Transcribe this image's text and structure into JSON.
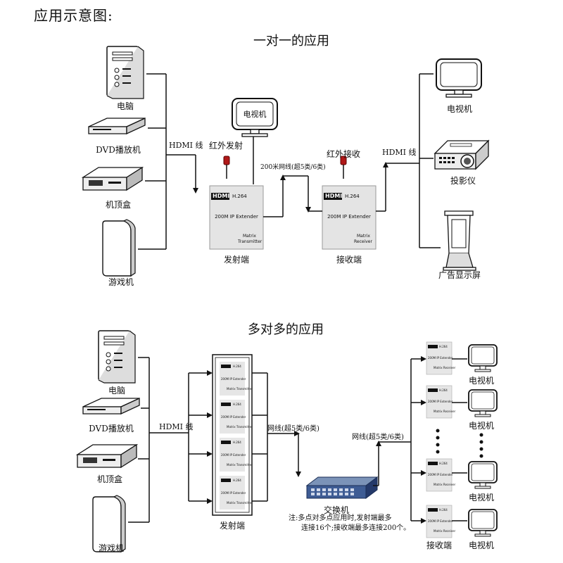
{
  "page_title": "应用示意图:",
  "section1": {
    "title": "一对一的应用",
    "sources": [
      "电脑",
      "DVD播放机",
      "机顶盒",
      "游戏机"
    ],
    "hdmi_label_left": "HDMI 线",
    "hdmi_label_right": "HDMI 线",
    "tv_label": "电视机",
    "ir_send": "红外发射",
    "ir_receive": "红外接收",
    "cable_label": "200米网线(超5类/6类)",
    "transmitter": {
      "brand": "HDMI",
      "codec": "H.264",
      "model": "200M IP Extender",
      "type1": "Matrix",
      "type2": "Transmitter",
      "caption": "发射端"
    },
    "receiver": {
      "brand": "HDMI",
      "codec": "H.264",
      "model": "200M IP Extender",
      "type1": "Matrix",
      "type2": "Receiver",
      "caption": "接收端"
    },
    "outputs": [
      "电视机",
      "投影仪",
      "广告显示屏"
    ]
  },
  "section2": {
    "title": "多对多的应用",
    "sources": [
      "电脑",
      "DVD播放机",
      "机顶盒",
      "游戏机"
    ],
    "hdmi_label": "HDMI 线",
    "net_label_left": "网线(超5类/6类)",
    "net_label_right": "网线(超5类/6类)",
    "tx_caption": "发射端",
    "switch_label": "交换机",
    "note_line1": "注:多点对多点应用时,发射端最多",
    "note_line2": "连接16个;接收端最多连接200个。",
    "rx_caption": "接收端",
    "tv_labels": [
      "电视机",
      "电视机",
      "电视机",
      "电视机"
    ],
    "mini_unit": {
      "brand": "HDMI",
      "codec": "H.264",
      "model": "200M IP Extender",
      "tx_type": "Matrix Transmitter",
      "rx_type": "Matrix Receiver"
    }
  }
}
